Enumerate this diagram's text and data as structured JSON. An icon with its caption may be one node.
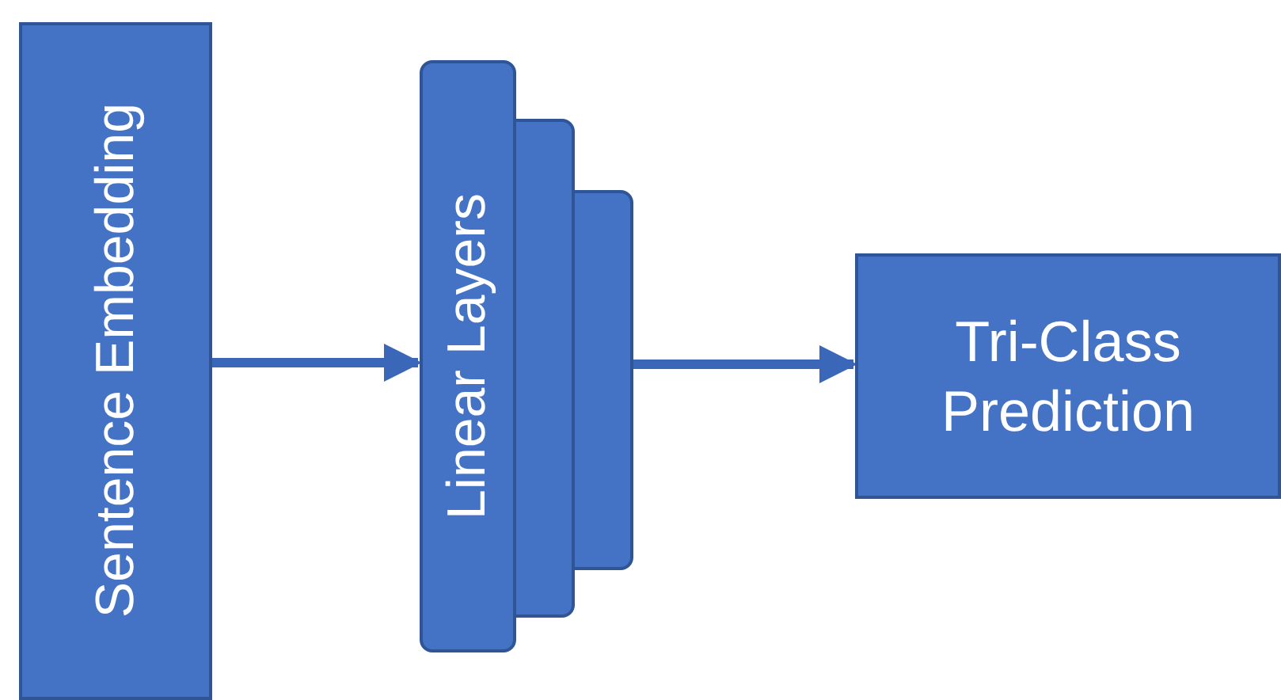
{
  "diagram": {
    "nodes": [
      {
        "text": [
          "Sentence Embedding"
        ]
      },
      {
        "text": [
          "Linear Layers"
        ]
      },
      {
        "text": [],
        "shape": "box"
      },
      {
        "text": [],
        "shape": "box"
      },
      {
        "text": [
          "Tri-Class Prediction"
        ]
      }
    ],
    "edges": [
      {
        "from": 0,
        "to": 1,
        "arrow": "to"
      },
      {
        "from": 3,
        "to": 4,
        "arrow": "to"
      }
    ]
  }
}
